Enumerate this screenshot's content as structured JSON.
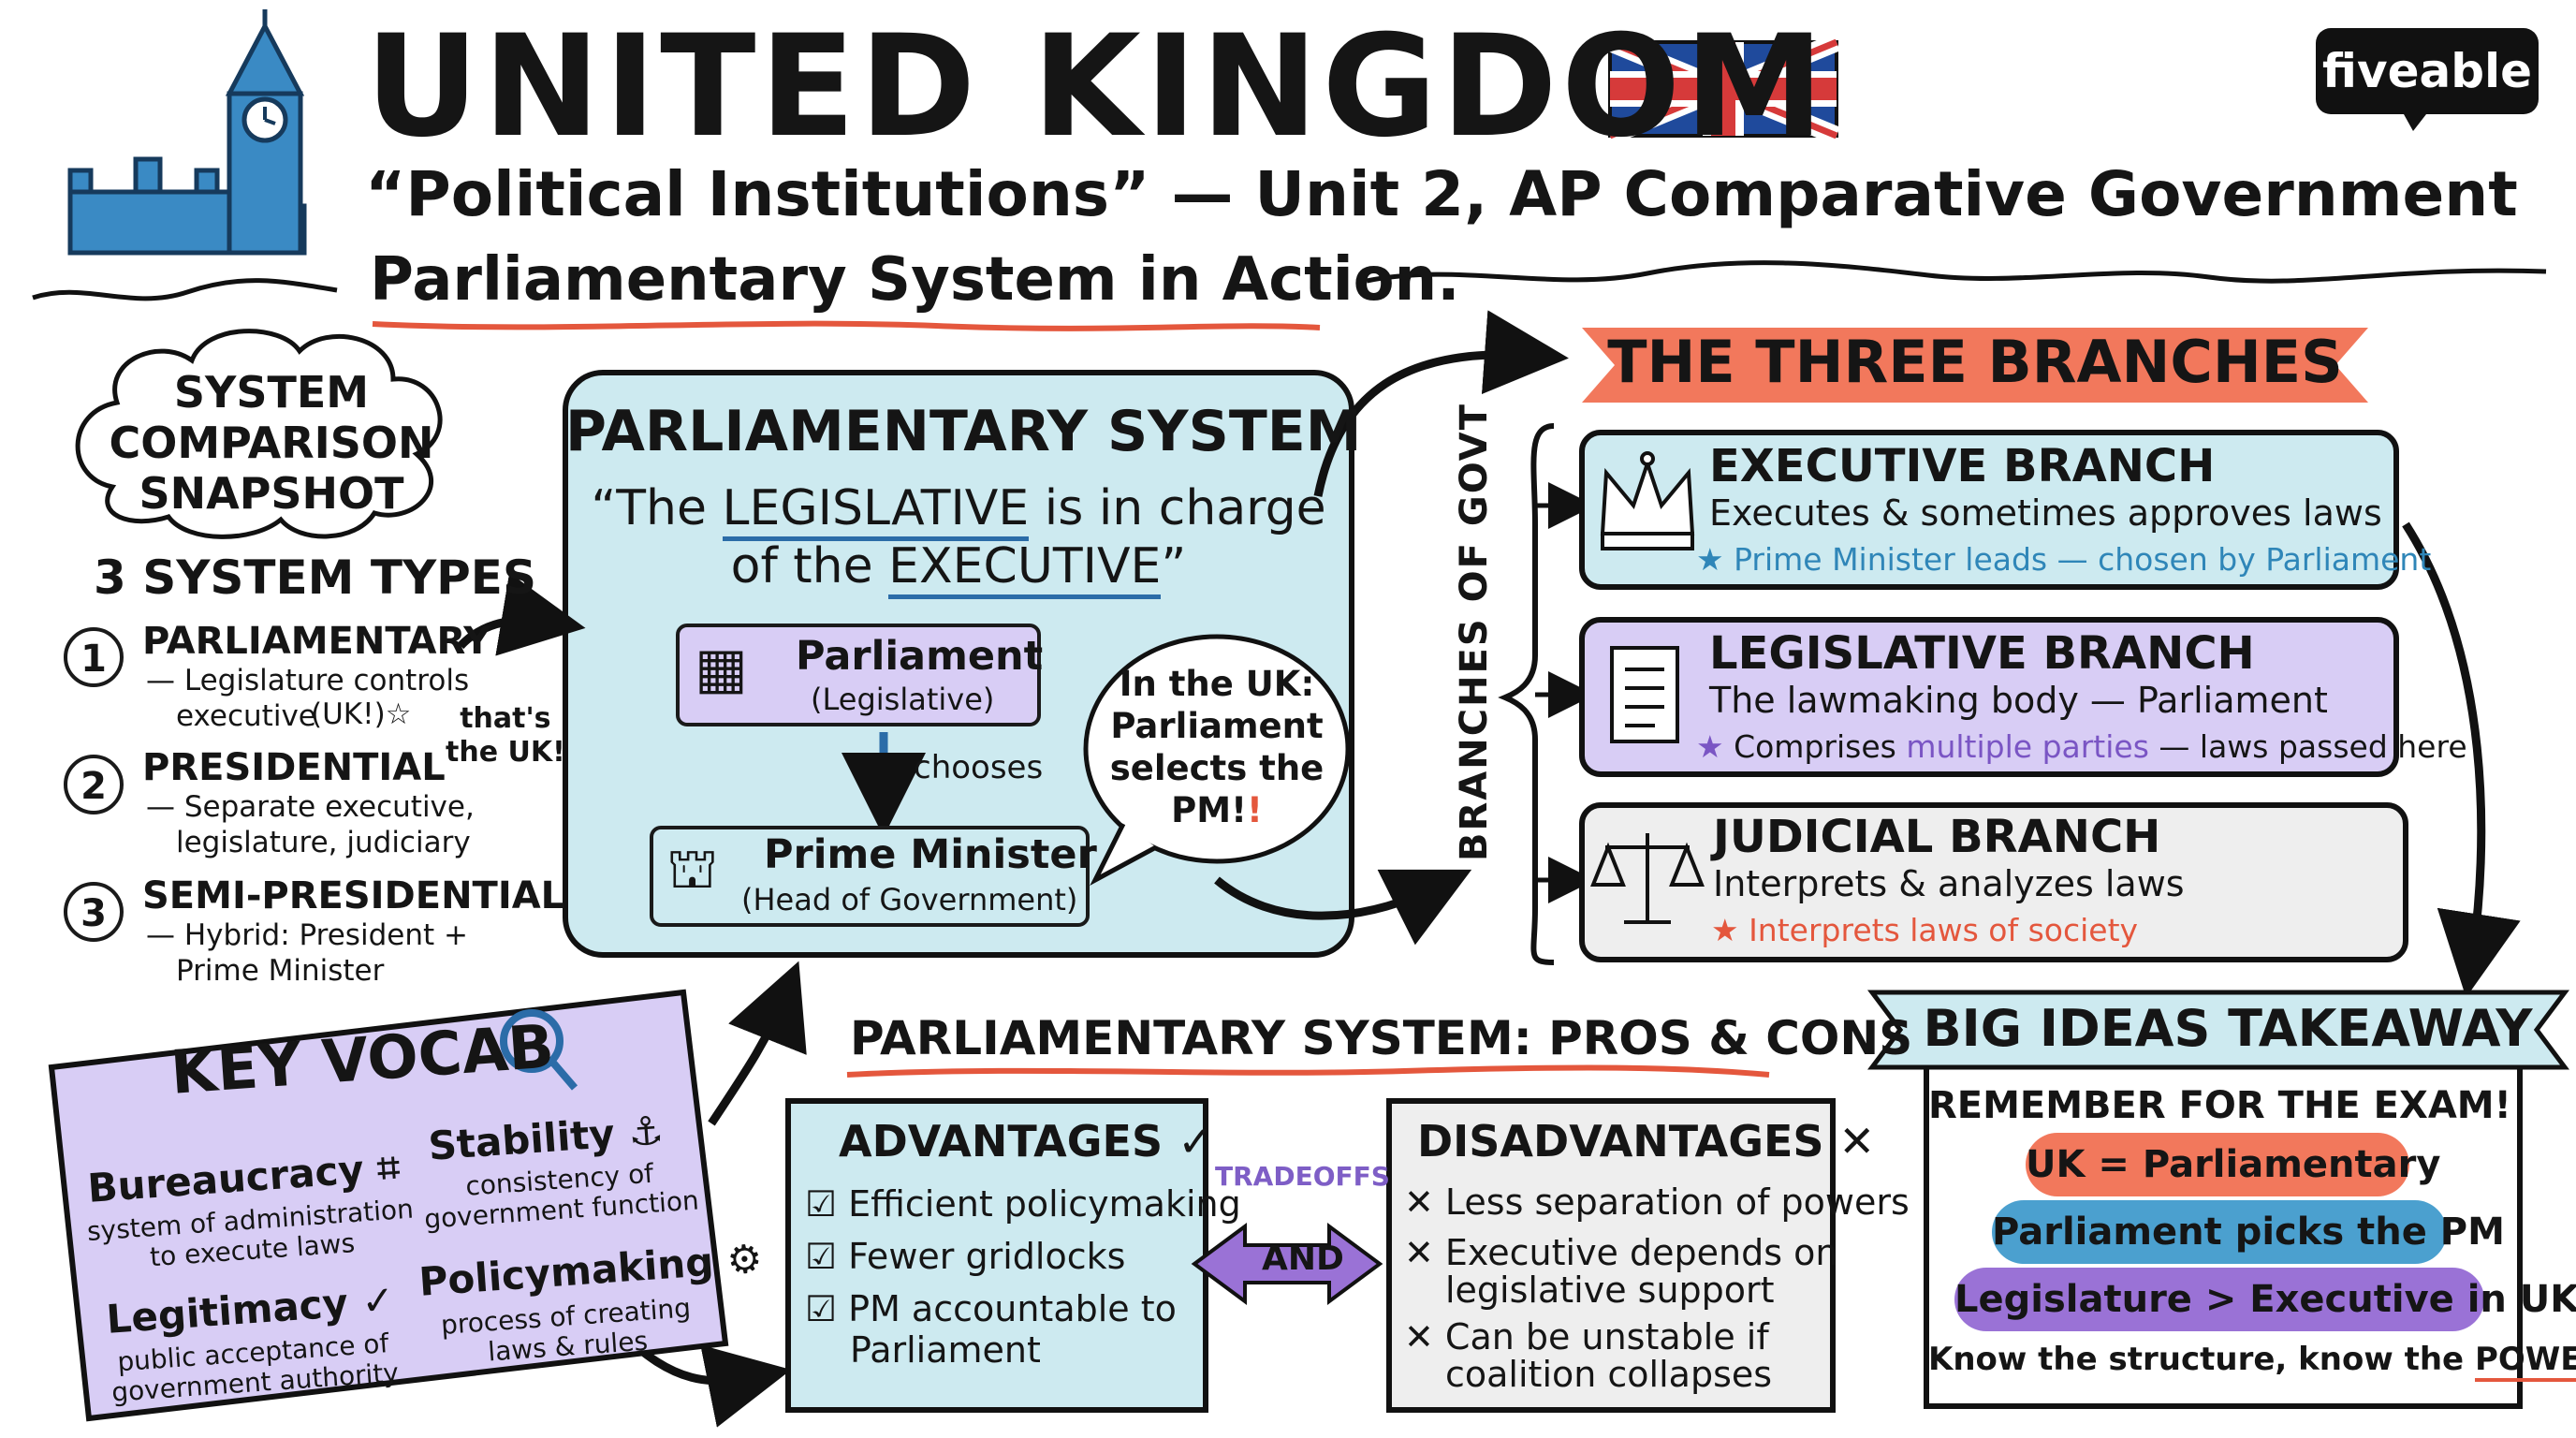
{
  "header": {
    "title": "UNITED KINGDOM",
    "subtitle": "“Political Institutions” — Unit 2, AP Comparative Government",
    "tagline": "Parliamentary System in Action.",
    "logo": "fiveable"
  },
  "snapshot": {
    "cloud_lines": [
      "SYSTEM",
      "COMPARISON",
      "SNAPSHOT"
    ],
    "heading": "3 SYSTEM TYPES",
    "types": [
      {
        "num": "1",
        "name": "PARLIAMENTARY",
        "desc_lines": [
          "— Legislature controls",
          "executive"
        ],
        "uk_tag": "UK!",
        "color": "#f2785c"
      },
      {
        "num": "2",
        "name": "PRESIDENTIAL",
        "desc_lines": [
          "— Separate executive,",
          "legislature, judiciary"
        ],
        "color": "#3b85c6"
      },
      {
        "num": "3",
        "name": "SEMI-PRESIDENTIAL",
        "desc_lines": [
          "— Hybrid: President +",
          "Prime Minister"
        ],
        "color": "#9a72d6"
      }
    ],
    "note_lines": [
      "that's",
      "the UK!"
    ]
  },
  "parliamentary": {
    "title": "PARLIAMENTARY SYSTEM",
    "quote": {
      "p1": "“The ",
      "w1": "LEGISLATIVE",
      "p2": " is in charge",
      "p3": "of the ",
      "w2": "EXECUTIVE",
      "p4": "”"
    },
    "parliament": {
      "label": "Parliament",
      "sub": "(Legislative)"
    },
    "chooses": "chooses",
    "pm": {
      "label": "Prime Minister",
      "sub": "(Head of Government)"
    },
    "bubble_lines": [
      "In the UK:",
      "Parliament",
      "selects the",
      "PM!"
    ],
    "bubble_mark": "!"
  },
  "branches": {
    "title": "THE THREE BRANCHES",
    "side_label": "BRANCHES OF GOVT",
    "items": [
      {
        "title": "EXECUTIVE BRANCH",
        "desc": "Executes & sometimes approves laws",
        "note": "Prime Minister leads — chosen by Parliament",
        "icon": "crown-icon",
        "fill": "#cdeaf0",
        "note_color": "#2f86b8"
      },
      {
        "title": "LEGISLATIVE BRANCH",
        "desc": "The lawmaking body — Parliament",
        "note_a": "Comprises ",
        "note_b": "multiple parties",
        "note_c": " — laws passed here",
        "icon": "scroll-icon",
        "fill": "#d8cdf5",
        "note_color": "#7a55c4"
      },
      {
        "title": "JUDICIAL BRANCH",
        "desc": "Interprets & analyzes laws",
        "note": "Interprets laws of society",
        "icon": "scales-icon",
        "fill": "#eeeeee",
        "note_color": "#e4573d"
      }
    ]
  },
  "vocab": {
    "title": "KEY VOCAB",
    "terms": [
      {
        "term": "Bureaucracy",
        "def_lines": [
          "system of administration",
          "to execute laws"
        ]
      },
      {
        "term": "Stability",
        "def_lines": [
          "consistency of",
          "government function"
        ]
      },
      {
        "term": "Legitimacy",
        "def_lines": [
          "public acceptance of",
          "government authority"
        ]
      },
      {
        "term": "Policymaking",
        "def_lines": [
          "process of creating",
          "laws & rules"
        ]
      }
    ]
  },
  "pros_cons": {
    "title": "PARLIAMENTARY SYSTEM: PROS & CONS",
    "advantages": {
      "heading": "ADVANTAGES",
      "items": [
        "Efficient policymaking",
        "Fewer gridlocks",
        "PM accountable to",
        "Parliament"
      ]
    },
    "disadvantages": {
      "heading": "DISADVANTAGES",
      "items": [
        "Less separation of powers",
        "Executive depends on",
        "legislative support",
        "Can be unstable if",
        "coalition collapses"
      ]
    },
    "tradeoffs": "TRADEOFFS",
    "and": "AND"
  },
  "takeaway": {
    "title": "BIG IDEAS TAKEAWAY",
    "remember": "REMEMBER FOR THE EXAM!",
    "pills": [
      {
        "text": "UK = Parliamentary",
        "color": "#f2785c"
      },
      {
        "text": "Parliament picks the PM",
        "color": "#4ba0cf"
      },
      {
        "text": "Legislature > Executive in UK",
        "color": "#9a72d6"
      }
    ],
    "closing_a": "Know the structure, know the ",
    "closing_b": "POWER."
  },
  "colors": {
    "teal": "#cdeaf0",
    "lavender": "#d8cdf5",
    "coral": "#f2785c",
    "blue": "#3b85c6",
    "purple": "#9a72d6"
  }
}
